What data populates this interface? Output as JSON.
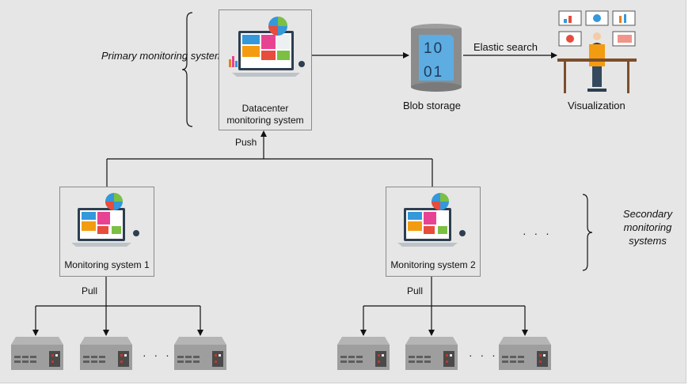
{
  "primary": {
    "caption": "Primary monitoring system(s)",
    "node_label": "Datacenter monitoring system"
  },
  "secondary": {
    "caption": "Secondary monitoring systems",
    "nodes": [
      {
        "label": "Monitoring system 1"
      },
      {
        "label": "Monitoring system 2"
      }
    ],
    "ellipsis": "· · ·"
  },
  "edges": {
    "push": "Push",
    "pull_left": "Pull",
    "pull_right": "Pull",
    "elastic": "Elastic search"
  },
  "storage": {
    "label": "Blob storage",
    "bits_top": "10",
    "bits_bottom": "01"
  },
  "visualization": {
    "label": "Visualization"
  },
  "servers": {
    "ellipsis_left": "· · ·",
    "ellipsis_right": "· · ·"
  },
  "colors": {
    "background": "#e6e6e6",
    "line": "#111111",
    "server": "#9e9e9e",
    "server_dark": "#5e5e5e",
    "accent_red": "#c0392b",
    "db_blue": "#3498db",
    "db_gray": "#8c8c8c",
    "chair_orange": "#f39c12"
  }
}
